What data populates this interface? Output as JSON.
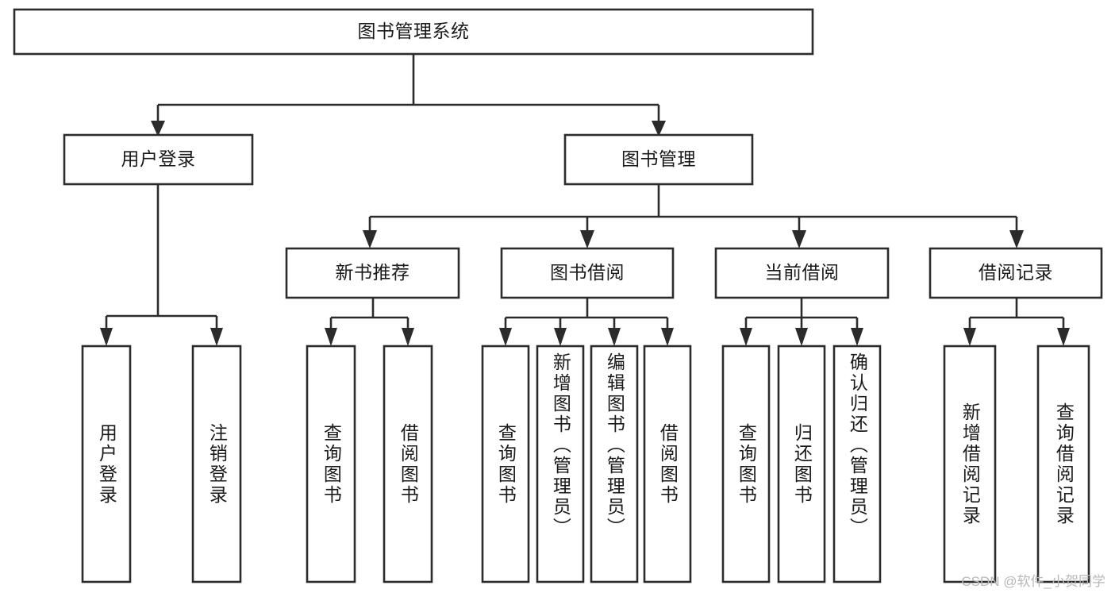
{
  "diagram": {
    "type": "tree-hierarchy",
    "title": "图书管理系统",
    "orientation": "top-down",
    "colors": {
      "box_stroke": "#2b2b2b",
      "box_fill": "#ffffff",
      "connector": "#2b2b2b",
      "text": "#1a1a1a",
      "background": "#ffffff",
      "watermark": "#b8b8b8"
    },
    "root": {
      "label": "图书管理系统"
    },
    "level2": [
      {
        "label": "用户登录"
      },
      {
        "label": "图书管理"
      }
    ],
    "level3": [
      {
        "label": "新书推荐"
      },
      {
        "label": "图书借阅"
      },
      {
        "label": "当前借阅"
      },
      {
        "label": "借阅记录"
      }
    ],
    "leaves": {
      "user_login": [
        {
          "label": "用户登录"
        },
        {
          "label": "注销登录"
        }
      ],
      "new_book_recommend": [
        {
          "label": "查询图书"
        },
        {
          "label": "借阅图书"
        }
      ],
      "book_borrow": [
        {
          "label": "查询图书"
        },
        {
          "label": "新增图书（管理员）"
        },
        {
          "label": "编辑图书（管理员）"
        },
        {
          "label": "借阅图书"
        }
      ],
      "current_borrow": [
        {
          "label": "查询图书"
        },
        {
          "label": "归还图书"
        },
        {
          "label": "确认归还（管理员）"
        }
      ],
      "borrow_record": [
        {
          "label": "新增借阅记录"
        },
        {
          "label": "查询借阅记录"
        }
      ]
    }
  },
  "watermark": {
    "text": "CSDN @软件_小贺同学"
  }
}
